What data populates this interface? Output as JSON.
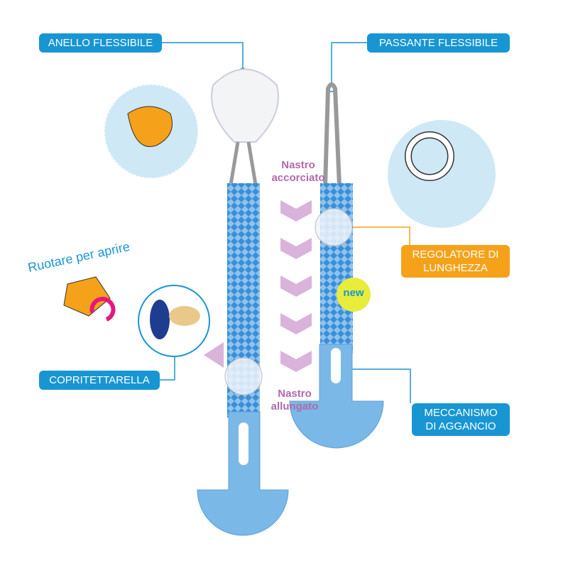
{
  "labels": {
    "anello": "ANELLO FLESSIBILE",
    "passante": "PASSANTE FLESSIBILE",
    "regolatore_1": "REGOLATORE DI",
    "regolatore_2": "LUNGHEZZA",
    "copritettarella": "COPRITETTARELLA",
    "meccanismo_1": "MECCANISMO",
    "meccanismo_2": "DI AGGANCIO",
    "nastro_accorciato_1": "Nastro",
    "nastro_accorciato_2": "accorciato",
    "nastro_allungato_1": "Nastro",
    "nastro_allungato_2": "allungato",
    "ruotare": "Ruotare per aprire",
    "new_badge": "new"
  },
  "colors": {
    "blue": "#1896d3",
    "orange": "#f5a21a",
    "purple": "#b26aa8",
    "light_blue": "#cfe8f6"
  }
}
